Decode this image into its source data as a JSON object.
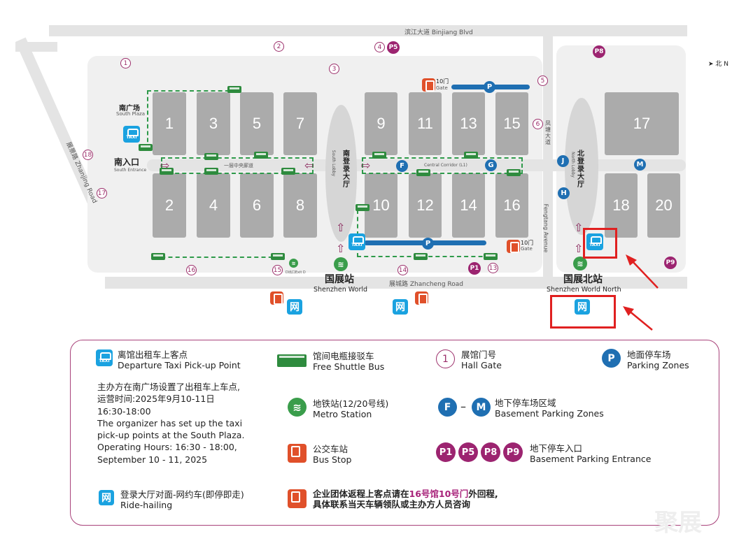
{
  "map": {
    "roads": {
      "binjiang": "滨江大道 Binjiang Blvd",
      "zhancheng": "展城路 Zhancheng Road",
      "zhanjing": "展景路 Zhanjing Road",
      "fengtang_cn": "凤塘大道",
      "fengtang_en": "Fengtang Avenue"
    },
    "compass": "北 N",
    "halls": [
      "1",
      "2",
      "3",
      "4",
      "5",
      "6",
      "7",
      "8",
      "9",
      "10",
      "11",
      "12",
      "13",
      "14",
      "15",
      "16",
      "17",
      "18",
      "20"
    ],
    "gates": [
      "1",
      "2",
      "3",
      "4",
      "5",
      "6",
      "13",
      "14",
      "15",
      "16",
      "17",
      "18"
    ],
    "parking_entrances": [
      "P1",
      "P5",
      "P8",
      "P9"
    ],
    "basement_zones": [
      "F",
      "G",
      "J",
      "H",
      "M"
    ],
    "parking_zone": "P",
    "south_plaza_cn": "南广场",
    "south_plaza_en": "South Plaza",
    "south_entrance_cn": "南入口",
    "south_entrance_en": "South Entrance",
    "corridor_cn": "一层中央廊道",
    "corridor_en": "Central Corridor (L1)",
    "south_lobby_cn": "南登录大厅",
    "south_lobby_en": "South Lobby",
    "north_lobby_cn": "北登录大厅",
    "north_lobby_en": "North Lobby",
    "station_south_cn": "国展站",
    "station_south_en": "Shenzhen World",
    "station_north_cn": "国展北站",
    "station_north_en": "Shenzhen World North",
    "gate10_cn": "10门",
    "gate10_en": "Gate",
    "exit_d": "D出口Exit D",
    "taxi_label": "TAXI",
    "ride_icon": "网"
  },
  "legend": {
    "taxi_cn": "离馆出租车上客点",
    "taxi_en": "Departure Taxi Pick-up Point",
    "note": [
      "主办方在南广场设置了出租车上车点,",
      "运营时间:2025年9月10-11日",
      "16:30-18:00",
      "The organizer has set up the taxi",
      "pick-up points at the South Plaza.",
      "Operating Hours: 16:30 - 18:00,",
      "September 10 - 11, 2025"
    ],
    "ride_cn": "登录大厅对面-网约车(即停即走)",
    "ride_en": "Ride-hailing",
    "shuttle_cn": "馆间电瓶接驳车",
    "shuttle_en": "Free Shuttle Bus",
    "metro_cn": "地铁站(12/20号线)",
    "metro_en": "Metro Station",
    "busstop_cn": "公交车站",
    "busstop_en": "Bus Stop",
    "group_a": "企业团体返程上客点请在",
    "group_hl": "16号馆10号门",
    "group_b": "外回程,",
    "group_line2": "具体联系当天车辆领队或主办方人员咨询",
    "gate_num": "1",
    "gate_cn": "展馆门号",
    "gate_en": "Hall Gate",
    "parking_cn": "地面停车场",
    "parking_en": "Parking Zones",
    "bz_from": "F",
    "bz_to": "M",
    "bz_cn": "地下停车场区域",
    "bz_en": "Basement Parking Zones",
    "pe_cn": "地下停车入口",
    "pe_en": "Basement Parking Entrance",
    "watermark": "聚展"
  },
  "colors": {
    "accent": "#a8237a",
    "parking": "#1f6fb2",
    "shuttle": "#2e8b3e",
    "taxi": "#1aa2e0",
    "bus": "#e0502a",
    "highlight": "#e02020"
  }
}
